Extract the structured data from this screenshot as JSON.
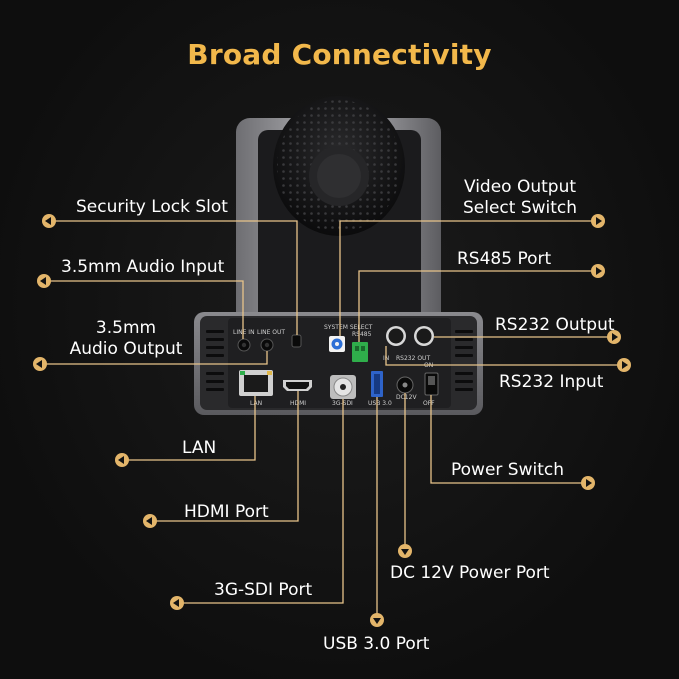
{
  "title": "Broad Connectivity",
  "colors": {
    "accent": "#f2b84b",
    "leader": "#e8c48a",
    "arrow": "#e3b56a",
    "background": "#121212",
    "text": "#ffffff"
  },
  "callouts": {
    "security_lock_slot": "Security Lock Slot",
    "audio_input": "3.5mm Audio Input",
    "audio_output_line1": "3.5mm",
    "audio_output_line2": "Audio Output",
    "video_output_line1": "Video Output",
    "video_output_line2": "Select Switch",
    "rs485": "RS485 Port",
    "rs232_output": "RS232 Output",
    "rs232_input": "RS232 Input",
    "lan": "LAN",
    "power_switch": "Power Switch",
    "hdmi": "HDMI Port",
    "dc12v": "DC 12V Power Port",
    "sdi": "3G-SDI Port",
    "usb3": "USB 3.0 Port"
  },
  "panel_labels": {
    "line_in": "LINE IN",
    "line_out": "LINE OUT",
    "system_select": "SYSTEM SELECT",
    "rs485": "RS485",
    "rs232_out": "RS232 OUT",
    "rs232_in": "IN",
    "on": "ON",
    "lan": "LAN",
    "hdmi": "HDMI",
    "sdi": "3G-SDI",
    "usb": "USB 3.0",
    "dc12v": "DC12V",
    "off": "OFF"
  }
}
